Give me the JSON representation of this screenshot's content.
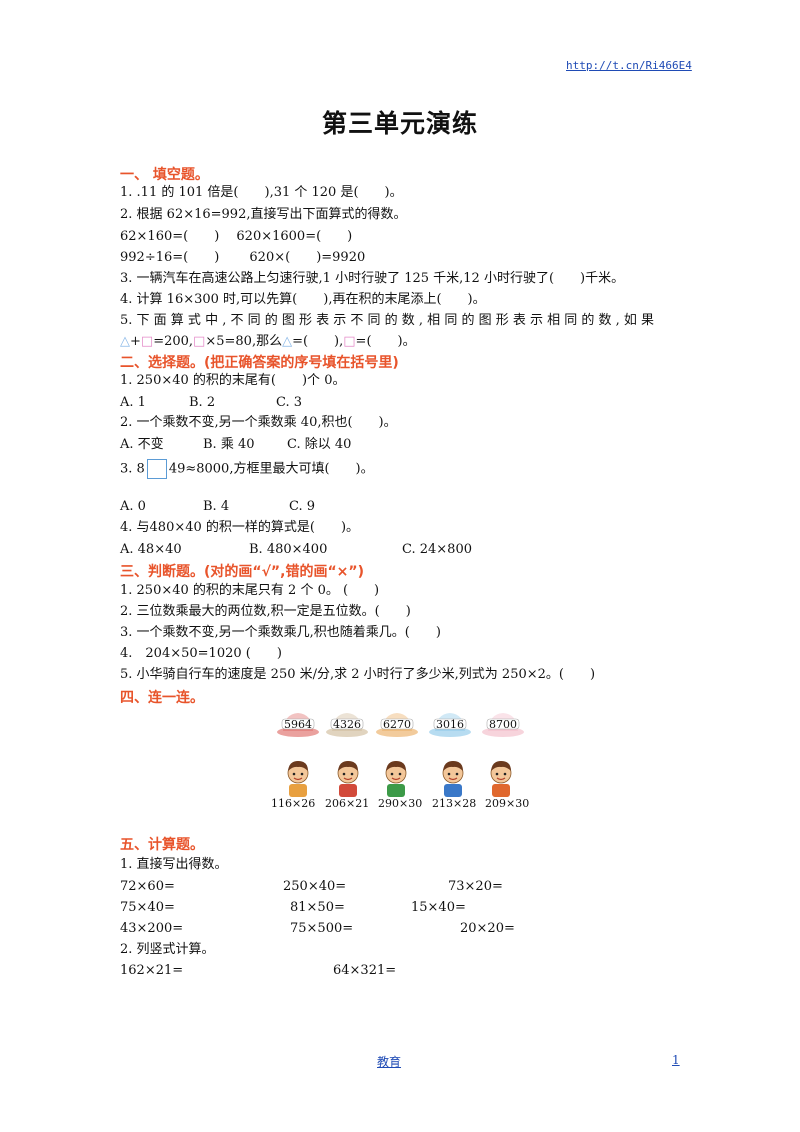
{
  "header": {
    "link": "http://t.cn/Ri466E4"
  },
  "title": "第三单元演练",
  "s1": {
    "heading": "一、 填空题。",
    "q1": "1. .11 的 101 倍是(　　),31 个 120 是(　　)。",
    "q2": "2. 根据 62×16=992,直接写出下面算式的得数。",
    "q2a": "62×160=(　　)　 620×1600=(　　)",
    "q2b": "992÷16=(　　)　　 620×(　　)=9920",
    "q3": "3. 一辆汽车在高速公路上匀速行驶,1 小时行驶了 125 千米,12 小时行驶了(　　)千米。",
    "q4": "4. 计算 16×300 时,可以先算(　　),再在积的末尾添上(　　)。",
    "q5a": "5. 下 面 算 式 中 , 不 同 的 图 形 表 示 不 同 的 数 , 相 同 的 图 形 表 示 相 同 的 数 , 如 果",
    "q5b_tri": "△",
    "q5b_1": "+",
    "q5b_sq": "□",
    "q5b_2": "=200,",
    "q5b_sq2": "□",
    "q5b_3": "×5=80,那么",
    "q5b_tri2": "△",
    "q5b_4": "=(　　),",
    "q5b_sq3": "□",
    "q5b_5": "=(　　)。"
  },
  "s2": {
    "heading": "二、选择题。(把正确答案的序号填在括号里)",
    "q1": "1. 250×40 的积的末尾有(　　)个 0。",
    "q1opts": [
      "A. 1",
      "B. 2",
      "C. 3"
    ],
    "q2": "2. 一个乘数不变,另一个乘数乘 40,积也(　　)。",
    "q2opts": [
      "A. 不变",
      "B. 乘 40",
      "C. 除以 40"
    ],
    "q3a": "3. 8",
    "q3b": "49≈8000,方框里最大可填(　　)。",
    "q3opts": [
      "A. 0",
      "B. 4",
      "C. 9"
    ],
    "q4": "4. 与480×40 的积一样的算式是(　　)。",
    "q4opts": [
      "A. 48×40",
      "B. 480×400",
      "C. 24×800"
    ]
  },
  "s3": {
    "heading": "三、判断题。(对的画“√”,错的画“×”)",
    "items": [
      "1. 250×40 的积的末尾只有 2 个 0。 (　　)",
      "2. 三位数乘最大的两位数,积一定是五位数。(　　)",
      "3. 一个乘数不变,另一个乘数乘几,积也随着乘几。(　　)",
      "4.　204×50=1020 (　　)",
      "5. 小华骑自行车的速度是 250 米/分,求 2 小时行了多少米,列式为 250×2。(　　)"
    ]
  },
  "s4": {
    "heading": "四、连一连。",
    "hats": [
      "5964",
      "4326",
      "6270",
      "3016",
      "8700"
    ],
    "hat_colors": [
      "#d9534f",
      "#c9b08a",
      "#e8a04a",
      "#7cc0e6",
      "#f0b0c0"
    ],
    "kids": [
      "116×26",
      "206×21",
      "290×30",
      "213×28",
      "209×30"
    ],
    "kid_colors": [
      "#e8a040",
      "#d24a3a",
      "#3c9a48",
      "#3a78c8",
      "#e0682e"
    ]
  },
  "s5": {
    "heading": "五、计算题。",
    "sub1": "1. 直接写出得数。",
    "row1": [
      "72×60=",
      "250×40=",
      "73×20="
    ],
    "row2": [
      "75×40=",
      "81×50=",
      "15×40="
    ],
    "row3": [
      "43×200=",
      "75×500=",
      "20×20="
    ],
    "sub2": "2. 列竖式计算。",
    "row4": [
      "162×21=",
      "64×321="
    ]
  },
  "footer": {
    "link": "教育",
    "page": "1"
  }
}
